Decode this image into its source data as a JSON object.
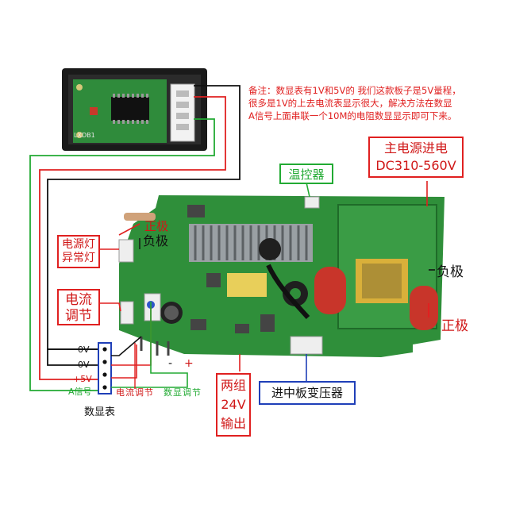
{
  "note": {
    "line1": "备注：数显表有1V和5V的 我们这款板子是5V量程，",
    "line2": "很多是1V的上去电流表显示很大，解决方法在数显",
    "line3": "A信号上面串联一个10M的电阻数显显示即可下来。"
  },
  "display_module": {
    "label": "LXDB1"
  },
  "labels": {
    "main_power_l1": "主电源进电",
    "main_power_l2": "DC310-560V",
    "temp_controller": "温控器",
    "positive_left": "正极",
    "negative_left": "负极",
    "power_led_l1": "电源灯",
    "power_led_l2": "异常灯",
    "current_adj_l1": "电流",
    "current_adj_l2": "调节",
    "negative_right": "负极",
    "positive_right": "正极",
    "out24_l1": "两组",
    "out24_l2": "24V",
    "out24_l3": "输出",
    "mid_transformer": "进中板变压器",
    "current_adj_small": "电流调节",
    "display_adj_small": "数显调节",
    "display_meter": "数显表",
    "minus_sign": "-",
    "plus_sign": "+"
  },
  "pins": [
    {
      "label": "0V"
    },
    {
      "label": "0V"
    },
    {
      "label": "+5V"
    },
    {
      "label": "A信号"
    }
  ],
  "colors": {
    "wire_black": "#111111",
    "wire_red": "#e02020",
    "wire_green": "#22aa33",
    "wire_blue": "#1f3fb8",
    "pcb_green": "#2f8f3a"
  }
}
